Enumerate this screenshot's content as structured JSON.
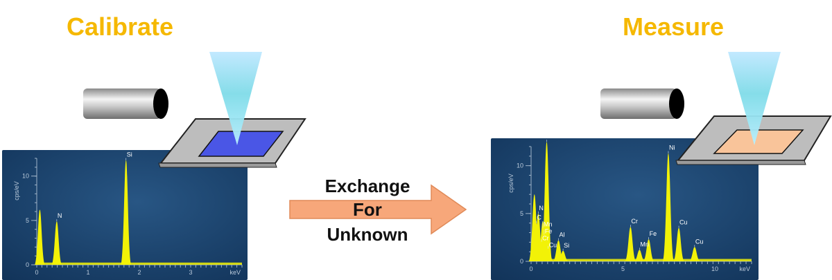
{
  "titles": {
    "left": "Calibrate",
    "right": "Measure"
  },
  "arrow": {
    "line1": "Exchange",
    "line2": "For",
    "line3": "Unknown",
    "fill": "#f7a77a"
  },
  "colors": {
    "title": "#f5b800",
    "panel_bg": "#163a63",
    "peak": "#f2f207",
    "calib_sample": "#4a56e6",
    "unknown_sample": "#f9c49a",
    "beam": "#8fe2ee"
  },
  "chart_data": [
    {
      "type": "area",
      "title": "",
      "xlabel": "keV",
      "ylabel": "cps/eV",
      "xlim": [
        0,
        4
      ],
      "ylim": [
        0,
        12
      ],
      "x_ticks": [
        "0",
        "1",
        "2",
        "3"
      ],
      "y_ticks": [
        "0",
        "5",
        "10"
      ],
      "peaks": [
        {
          "label": "",
          "energy": 0.06,
          "value": 6.2
        },
        {
          "label": "N",
          "energy": 0.39,
          "value": 4.9
        },
        {
          "label": "Si",
          "energy": 1.74,
          "value": 11.8
        }
      ]
    },
    {
      "type": "area",
      "title": "",
      "xlabel": "keV",
      "ylabel": "cps/eV",
      "xlim": [
        0,
        12
      ],
      "ylim": [
        0,
        12
      ],
      "x_ticks": [
        "0",
        "5",
        "10"
      ],
      "y_ticks": [
        "0",
        "5",
        "10"
      ],
      "peaks": [
        {
          "label": "",
          "energy": 0.18,
          "value": 7.0
        },
        {
          "label": "N",
          "energy": 0.39,
          "value": 5.0
        },
        {
          "label": "C",
          "energy": 0.28,
          "value": 4.0
        },
        {
          "label": "Mn",
          "energy": 0.64,
          "value": 4.2
        },
        {
          "label": "Fe",
          "energy": 0.71,
          "value": 3.3
        },
        {
          "label": "Cr",
          "energy": 0.57,
          "value": 2.3
        },
        {
          "label": "Cu",
          "energy": 0.93,
          "value": 1.6
        },
        {
          "label": "Ni",
          "energy": 0.85,
          "value": 12.5
        },
        {
          "label": "Al",
          "energy": 1.49,
          "value": 2.2
        },
        {
          "label": "Si",
          "energy": 1.74,
          "value": 1.1
        },
        {
          "label": "Cr",
          "energy": 5.41,
          "value": 3.6
        },
        {
          "label": "Mn",
          "energy": 5.9,
          "value": 1.2
        },
        {
          "label": "Fe",
          "energy": 6.4,
          "value": 2.3
        },
        {
          "label": "Ni",
          "energy": 7.47,
          "value": 11.3
        },
        {
          "label": "Cu",
          "energy": 8.04,
          "value": 3.5
        },
        {
          "label": "Cu",
          "energy": 8.9,
          "value": 1.5
        }
      ]
    }
  ]
}
